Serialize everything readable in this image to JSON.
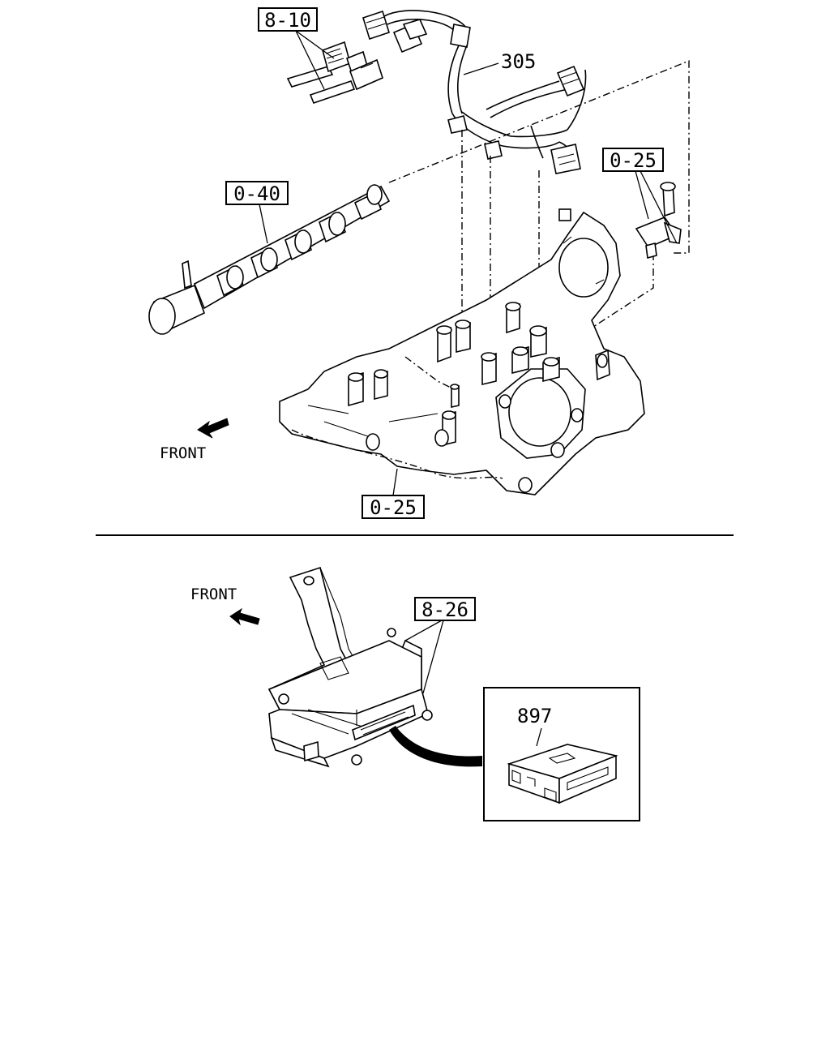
{
  "upper_view": {
    "callouts": {
      "connector_ref": "8-10",
      "harness_ref": "305",
      "injector_rail_ref": "0-40",
      "sensor_ref": "0-25",
      "manifold_ref": "0-25"
    },
    "front_label": "FRONT"
  },
  "lower_view": {
    "callouts": {
      "bracket_ref": "8-26",
      "ecu_ref": "897"
    },
    "front_label": "FRONT"
  },
  "icons": [
    "front-arrow-icon",
    "front-arrow-icon"
  ]
}
